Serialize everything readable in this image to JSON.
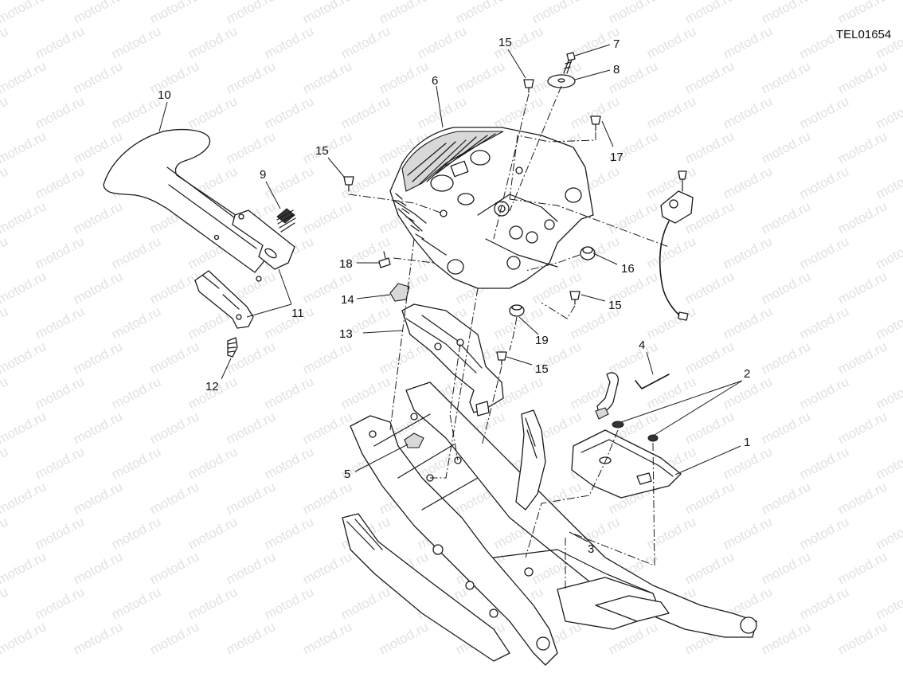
{
  "drawing": {
    "reference_code": "TEL01654",
    "watermark_text": "motod.ru"
  },
  "callouts": {
    "c1": "1",
    "c2": "2",
    "c3": "3",
    "c4": "4",
    "c5": "5",
    "c6": "6",
    "c7": "7",
    "c8": "8",
    "c9": "9",
    "c10": "10",
    "c11": "11",
    "c12": "12",
    "c13": "13",
    "c14": "14",
    "c15a": "15",
    "c15b": "15",
    "c15c": "15",
    "c15d": "15",
    "c16": "16",
    "c17": "17",
    "c18": "18",
    "c19": "19"
  }
}
